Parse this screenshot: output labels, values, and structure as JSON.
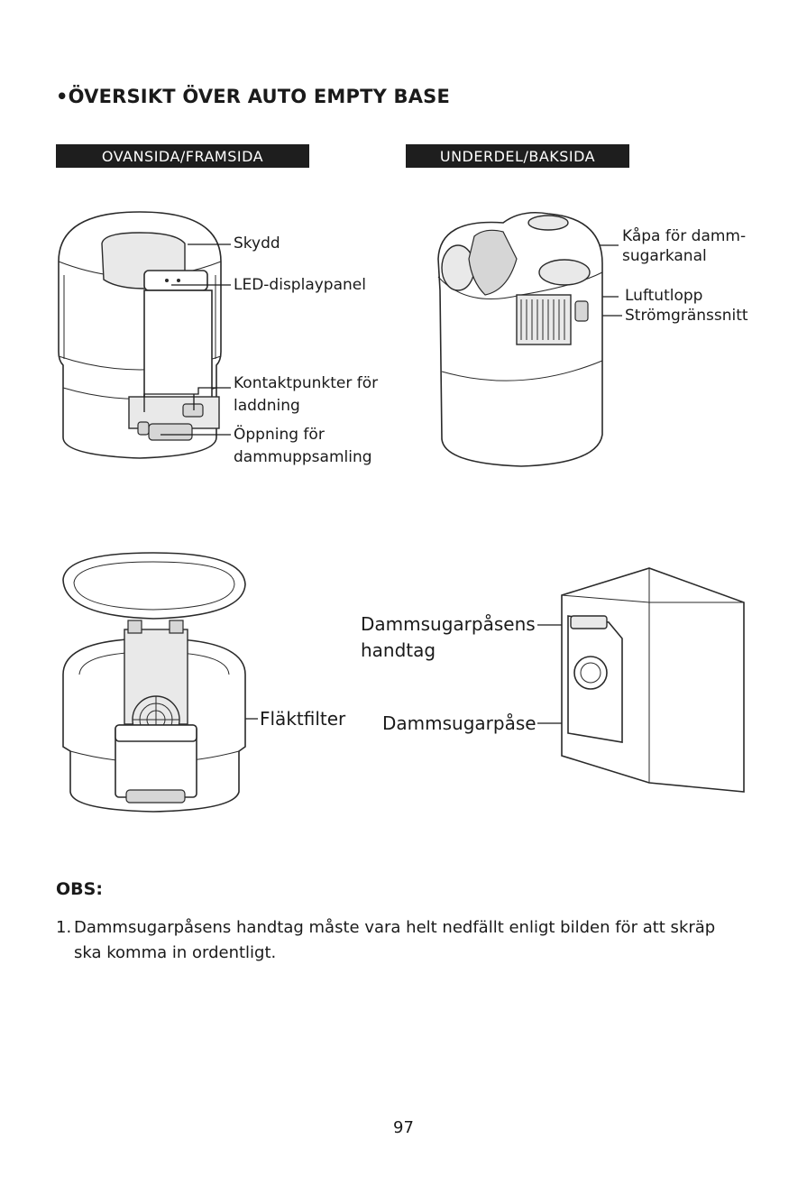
{
  "title": "•ÖVERSIKT ÖVER AUTO EMPTY BASE",
  "sections": {
    "top_front": "OVANSIDA/FRAMSIDA",
    "bottom_back": "UNDERDEL/BAKSIDA"
  },
  "labels": {
    "cover": "Skydd",
    "led_panel": "LED-displaypanel",
    "charging_contacts_line1": "Kontaktpunkter för",
    "charging_contacts_line2": "laddning",
    "dust_opening_line1": "Öppning för",
    "dust_opening_line2": "dammuppsamling",
    "duct_cover_line1": "Kåpa för damm-",
    "duct_cover_line2": "sugarkanal",
    "air_outlet": "Luftutlopp",
    "power_interface": "Strömgränssnitt",
    "fan_filter": "Fläktfilter",
    "bag_handle_line1": "Dammsugarpåsens",
    "bag_handle_line2": "handtag",
    "dust_bag": "Dammsugarpåse"
  },
  "note": {
    "heading": "OBS:",
    "items": [
      {
        "number": "1.",
        "text": "Dammsugarpåsens handtag måste vara helt nedfällt enligt bilden för att skräp ska komma in ordentligt."
      }
    ]
  },
  "page_number": "97"
}
